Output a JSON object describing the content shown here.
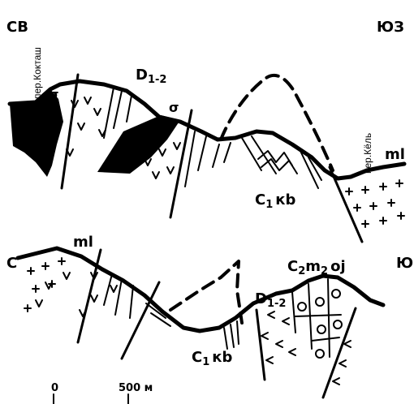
{
  "profile1": {
    "dir_left": "СВ",
    "dir_right": "ЮЗ",
    "pass_left": "пер.Кокташ",
    "pass_right": "пер.Кёль",
    "age_devonian": "D",
    "age_devonian_sub": "1-2",
    "carb_label": "C",
    "carb_sub": "1",
    "carb_suffix": "кb",
    "ml_label": "ml",
    "sigma_symbol": "σ"
  },
  "profile2": {
    "dir_left": "С",
    "dir_right": "Ю",
    "ml_label": "ml",
    "age_devonian": "D",
    "age_devonian_sub": "1-2",
    "carb_label": "C",
    "carb_sub": "1",
    "carb_suffix": "кb",
    "upper_label": "C",
    "upper_sub1": "2",
    "upper_m": "m",
    "upper_sub2": "2",
    "upper_suffix": "oj"
  },
  "scale": {
    "zero": "0",
    "distance": "500 м"
  }
}
